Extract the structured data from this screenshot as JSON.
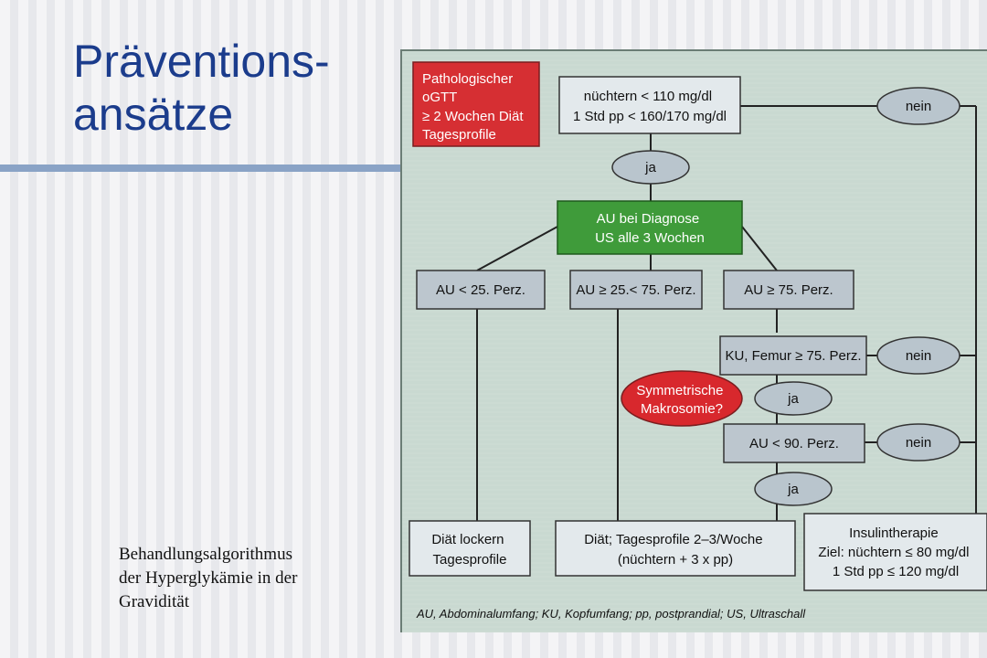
{
  "slide": {
    "title_lines": [
      "Präventions-",
      "ansätze"
    ],
    "caption_lines": [
      "Behandlungsalgorithmus",
      "der Hyperglykämie in der",
      "Gravidität"
    ]
  },
  "flowchart": {
    "red_box_lines": [
      "Pathologischer",
      "oGTT",
      "≥ 2 Wochen Diät",
      "Tagesprofile"
    ],
    "check_box_lines": [
      "nüchtern < 110 mg/dl",
      "1 Std pp < 160/170 mg/dl"
    ],
    "ja_label": "ja",
    "nein_label": "nein",
    "green_box_lines": [
      "AU bei Diagnose",
      "US alle 3 Wochen"
    ],
    "au_low": "AU < 25. Perz.",
    "au_mid": "AU ≥ 25.< 75. Perz.",
    "au_high": "AU ≥ 75. Perz.",
    "ku_box": "KU, Femur ≥ 75. Perz.",
    "symmetric_lines": [
      "Symmetrische",
      "Makrosomie?"
    ],
    "au90_box": "AU < 90. Perz.",
    "diet_box_lines": [
      "Diät lockern",
      "Tagesprofile"
    ],
    "profile_box_lines": [
      "Diät; Tagesprofile 2–3/Woche",
      "(nüchtern + 3 x pp)"
    ],
    "insulin_box_lines": [
      "Insulintherapie",
      "Ziel: nüchtern ≤ 80 mg/dl",
      "1 Std pp ≤ 120 mg/dl"
    ],
    "legend": "AU, Abdominalumfang; KU, Kopfumfang; pp, postprandial; US, Ultraschall"
  },
  "colors": {
    "red_box": "#d62f33",
    "green_box": "#3f9b3a",
    "grey_box": "#bcc6ce",
    "oval": "#b9c5cd",
    "red_oval": "#d8282d",
    "title": "#1b3c8c",
    "rule": "#8aa3c6"
  }
}
